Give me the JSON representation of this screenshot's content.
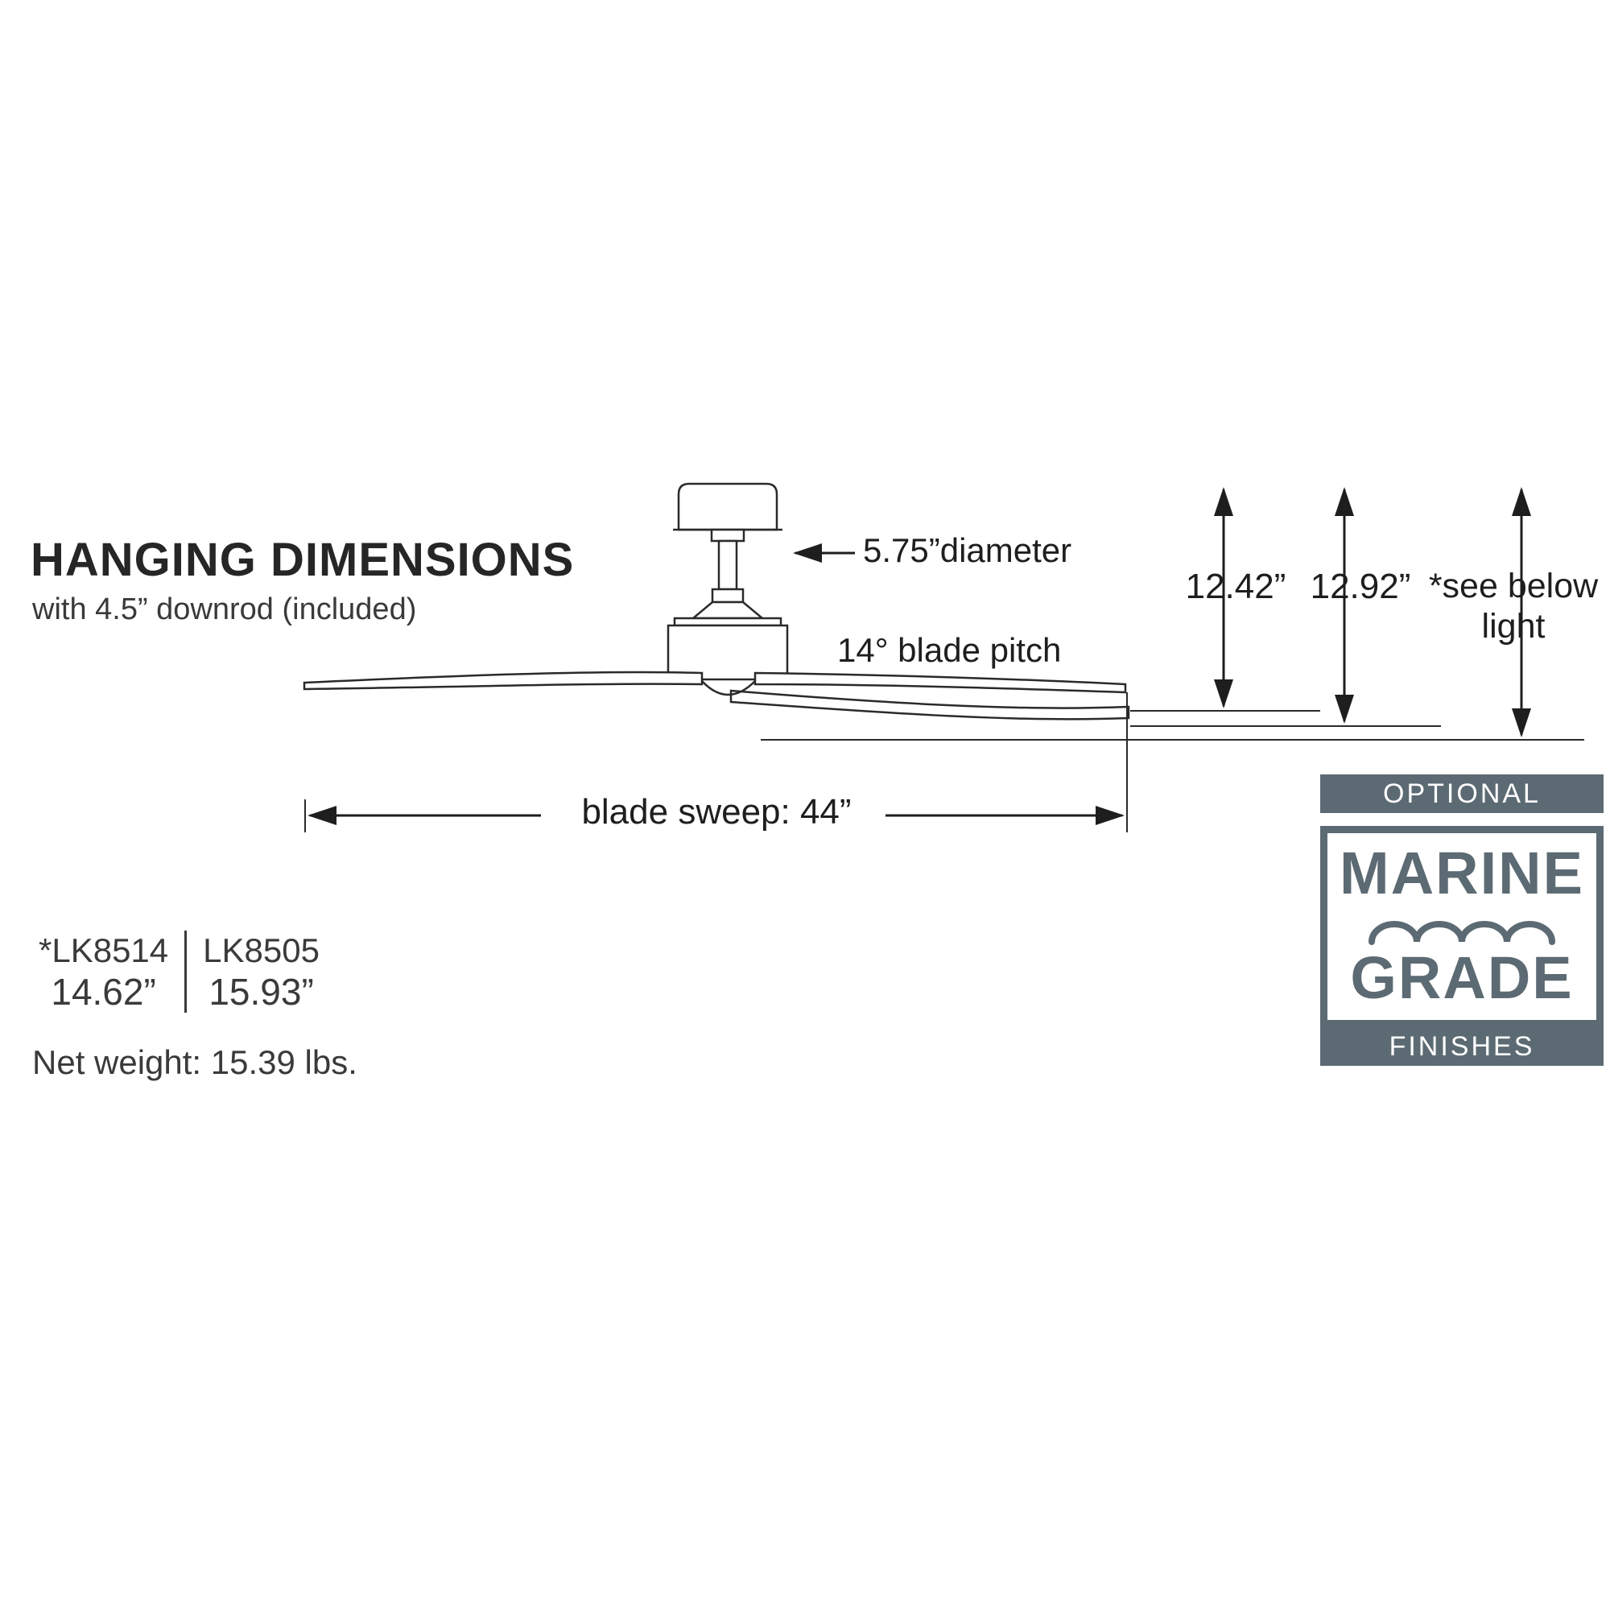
{
  "header": {
    "title": "HANGING DIMENSIONS",
    "subtitle": "with 4.5” downrod (included)"
  },
  "diagram": {
    "diameter_label": "5.75”diameter",
    "blade_pitch_label": "14° blade pitch",
    "blade_sweep_label": "blade sweep: 44”",
    "height_small": "12.42”",
    "height_large": "12.92”",
    "height_note_line1": "*see below",
    "height_note_line2": "light"
  },
  "models": {
    "left": {
      "code": "*LK8514",
      "height": "14.62”"
    },
    "right": {
      "code": "LK8505",
      "height": "15.93”"
    }
  },
  "net_weight": "Net weight: 15.39 lbs.",
  "badge": {
    "optional": "OPTIONAL",
    "marine": "MARINE",
    "grade": "GRADE",
    "finishes": "FINISHES",
    "accent_color": "#5c6a73"
  }
}
